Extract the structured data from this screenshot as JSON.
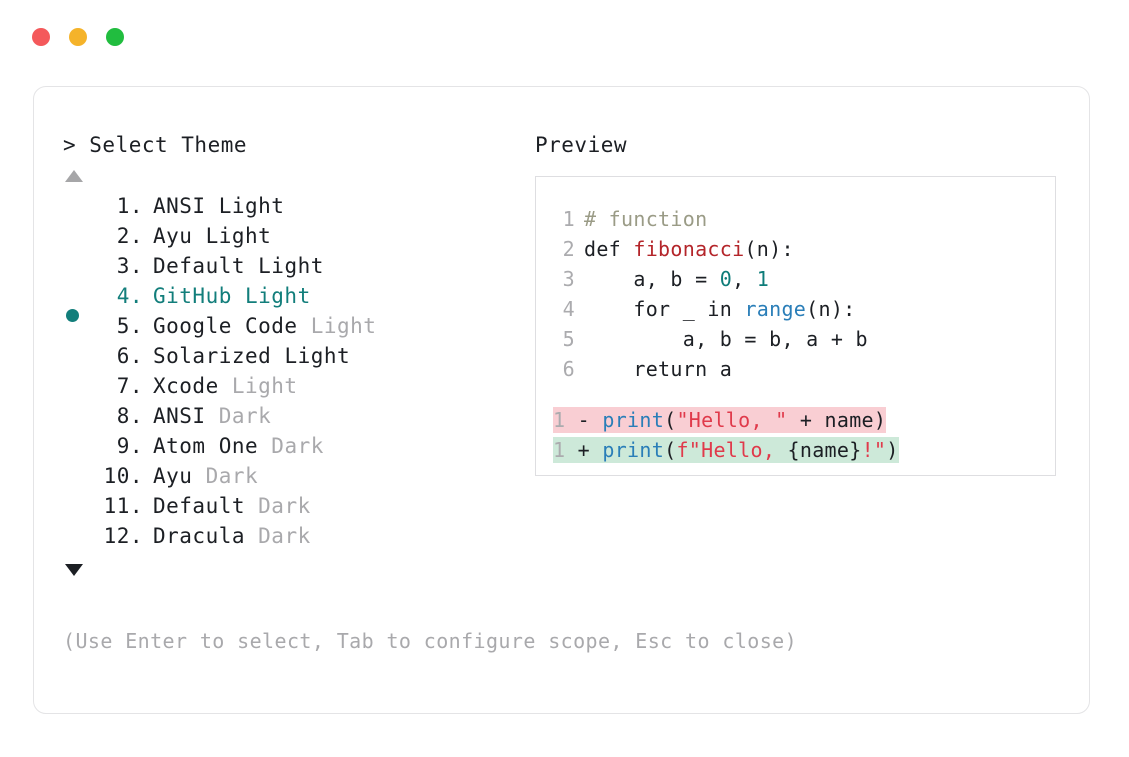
{
  "window": {
    "traffic_lights": [
      {
        "name": "close",
        "color": "#F4595B"
      },
      {
        "name": "minimize",
        "color": "#F5B32A"
      },
      {
        "name": "maximize",
        "color": "#21BD3F"
      }
    ]
  },
  "theme_picker": {
    "prompt": "> Select Theme",
    "scroll_up_icon": "triangle-up-icon",
    "scroll_down_icon": "triangle-down-icon",
    "selected_index": 4,
    "selected_bullet": "●",
    "accent_color": "#127E7B",
    "items": [
      {
        "num": " 1.",
        "name": "ANSI",
        "variant": "Light",
        "variant_dim": false,
        "selected": false
      },
      {
        "num": " 2.",
        "name": "Ayu",
        "variant": "Light",
        "variant_dim": false,
        "selected": false
      },
      {
        "num": " 3.",
        "name": "Default",
        "variant": "Light",
        "variant_dim": false,
        "selected": false
      },
      {
        "num": " 4.",
        "name": "GitHub",
        "variant": "Light",
        "variant_dim": false,
        "selected": true
      },
      {
        "num": " 5.",
        "name": "Google Code",
        "variant": "Light",
        "variant_dim": true,
        "selected": false
      },
      {
        "num": " 6.",
        "name": "Solarized",
        "variant": "Light",
        "variant_dim": false,
        "selected": false
      },
      {
        "num": " 7.",
        "name": "Xcode",
        "variant": "Light",
        "variant_dim": true,
        "selected": false
      },
      {
        "num": " 8.",
        "name": "ANSI",
        "variant": "Dark",
        "variant_dim": true,
        "selected": false
      },
      {
        "num": " 9.",
        "name": "Atom One",
        "variant": "Dark",
        "variant_dim": true,
        "selected": false
      },
      {
        "num": "10.",
        "name": "Ayu",
        "variant": "Dark",
        "variant_dim": true,
        "selected": false
      },
      {
        "num": "11.",
        "name": "Default",
        "variant": "Dark",
        "variant_dim": true,
        "selected": false
      },
      {
        "num": "12.",
        "name": "Dracula",
        "variant": "Dark",
        "variant_dim": true,
        "selected": false
      }
    ]
  },
  "preview": {
    "header": "Preview",
    "code_lines": [
      {
        "ln": "1",
        "tokens": [
          {
            "t": "# function",
            "c": "comment"
          }
        ]
      },
      {
        "ln": "2",
        "tokens": [
          {
            "t": "def ",
            "c": "plain"
          },
          {
            "t": "fibonacci",
            "c": "func"
          },
          {
            "t": "(n):",
            "c": "plain"
          }
        ]
      },
      {
        "ln": "3",
        "tokens": [
          {
            "t": "    a, b = ",
            "c": "plain"
          },
          {
            "t": "0",
            "c": "num"
          },
          {
            "t": ", ",
            "c": "plain"
          },
          {
            "t": "1",
            "c": "num"
          }
        ]
      },
      {
        "ln": "4",
        "tokens": [
          {
            "t": "    for _ in ",
            "c": "plain"
          },
          {
            "t": "range",
            "c": "builtin"
          },
          {
            "t": "(n):",
            "c": "plain"
          }
        ]
      },
      {
        "ln": "5",
        "tokens": [
          {
            "t": "        a, b = b, a + b",
            "c": "plain"
          }
        ]
      },
      {
        "ln": "6",
        "tokens": [
          {
            "t": "    return a",
            "c": "plain"
          }
        ]
      }
    ],
    "diff_lines": [
      {
        "ln": "1",
        "kind": "del",
        "marker": "-",
        "bg": "#F9CED3",
        "tokens": [
          {
            "t": "print",
            "c": "builtin"
          },
          {
            "t": "(",
            "c": "plain"
          },
          {
            "t": "\"Hello, \"",
            "c": "str"
          },
          {
            "t": " + name)",
            "c": "plain"
          }
        ]
      },
      {
        "ln": "1",
        "kind": "add",
        "marker": "+",
        "bg": "#CDE9D9",
        "tokens": [
          {
            "t": "print",
            "c": "builtin"
          },
          {
            "t": "(",
            "c": "plain"
          },
          {
            "t": "f\"Hello, ",
            "c": "str"
          },
          {
            "t": "{name}",
            "c": "plain"
          },
          {
            "t": "!\"",
            "c": "str"
          },
          {
            "t": ")",
            "c": "plain"
          }
        ]
      }
    ]
  },
  "footer": {
    "hint": "(Use Enter to select, Tab to configure scope, Esc to close)"
  }
}
